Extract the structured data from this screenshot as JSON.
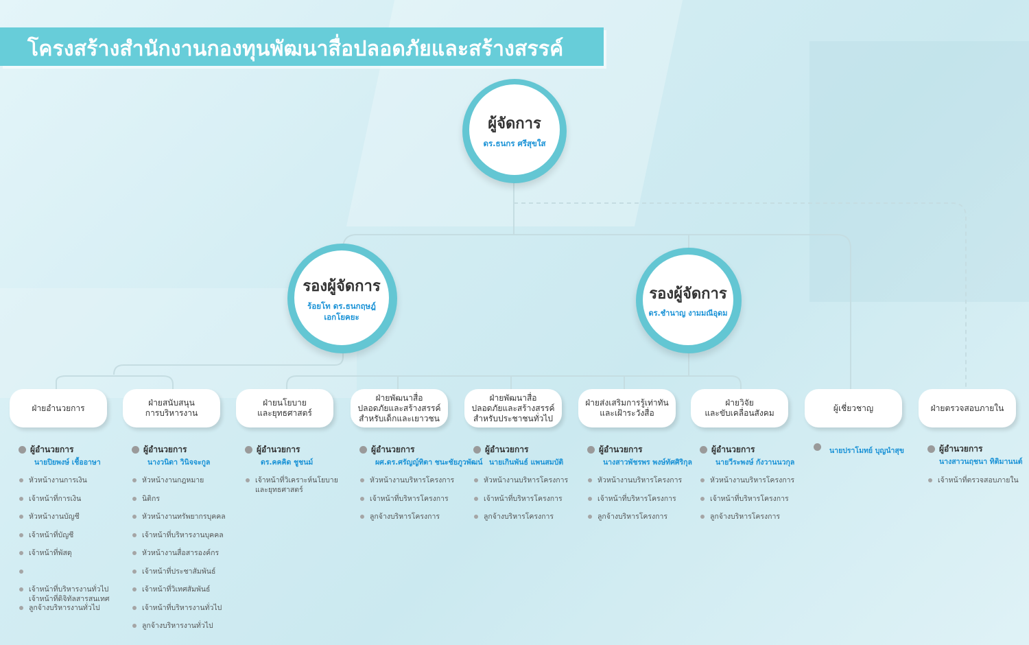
{
  "title": "โครงสร้างสำนักงานกองทุนพัฒนาสื่อปลอดภัยและสร้างสรรค์",
  "manager": {
    "role": "ผู้จัดการ",
    "name": "ดร.ธนกร ศรีสุขใส"
  },
  "deputies": [
    {
      "role": "รองผู้จัดการ",
      "name": "ร้อยโท ดร.ธนกฤษฎ์\nเอกโยคยะ"
    },
    {
      "role": "รองผู้จัดการ",
      "name": "ดร.ชำนาญ งามมณีอุดม"
    }
  ],
  "director_label": "ผู้อำนวยการ",
  "departments": [
    {
      "name": "ฝ่ายอำนวยการ",
      "director": "นายปิยพงษ์ เชื้ออาษา",
      "staff": [
        "หัวหน้างานการเงิน",
        "เจ้าหน้าที่การเงิน",
        "หัวหน้างานบัญชี",
        "เจ้าหน้าที่บัญชี",
        "เจ้าหน้าที่พัสดุ",
        "",
        "เจ้าหน้าที่บริหารงานทั่วไป\nเจ้าหน้าที่ดิจิทัลสารสนเทศ",
        "ลูกจ้างบริหารงานทั่วไป"
      ]
    },
    {
      "name": "ฝ่ายสนับสนุน\nการบริหารงาน",
      "director": "นางวนิดา วินิจจะกูล",
      "staff": [
        "หัวหน้างานกฎหมาย",
        "นิติกร",
        "หัวหน้างานทรัพยากรบุคคล",
        "เจ้าหน้าที่บริหารงานบุคคล",
        "หัวหน้างานสื่อสารองค์กร",
        "เจ้าหน้าที่ประชาสัมพันธ์",
        "เจ้าหน้าที่วิเทศสัมพันธ์",
        "เจ้าหน้าที่บริหารงานทั่วไป",
        "ลูกจ้างบริหารงานทั่วไป"
      ]
    },
    {
      "name": "ฝ่ายนโยบาย\nและยุทธศาสตร์",
      "director": "ดร.คคคิด ชูชนม์",
      "staff": [
        "เจ้าหน้าที่วิเคราะห์นโยบาย\nและยุทธศาสตร์"
      ]
    },
    {
      "name": "ฝ่ายพัฒนาสื่อ\nปลอดภัยและสร้างสรรค์\nสำหรับเด็กและเยาวชน",
      "director": "ผศ.ดร.ศรัญญ์ทิตา ชนะชัยภูวพัฒน์",
      "staff": [
        "หัวหน้างานบริหารโครงการ",
        "เจ้าหน้าที่บริหารโครงการ",
        "ลูกจ้างบริหารโครงการ"
      ]
    },
    {
      "name": "ฝ่ายพัฒนาสื่อ\nปลอดภัยและสร้างสรรค์\nสำหรับประชาชนทั่วไป",
      "director": "นายเกินพันธ์ แพนสมบัติ",
      "staff": [
        "หัวหน้างานบริหารโครงการ",
        "เจ้าหน้าที่บริหารโครงการ",
        "ลูกจ้างบริหารโครงการ"
      ]
    },
    {
      "name": "ฝ่ายส่งเสริมการรู้เท่าทัน\nและเฝ้าระวังสื่อ",
      "director": "นางสาวพัชรพร พงษ์ทัศศิริกุล",
      "staff": [
        "หัวหน้างานบริหารโครงการ",
        "เจ้าหน้าที่บริหารโครงการ",
        "ลูกจ้างบริหารโครงการ"
      ]
    },
    {
      "name": "ฝ่ายวิจัย\nและขับเคลื่อนสังคม",
      "director": "นายวีระพงษ์ กังวานนวกุล",
      "staff": [
        "หัวหน้างานบริหารโครงการ",
        "เจ้าหน้าที่บริหารโครงการ",
        "ลูกจ้างบริหารโครงการ"
      ]
    },
    {
      "name": "ผู้เชี่ยวชาญ",
      "director": "นายปราโมทย์ บุญนำสุข",
      "staff": []
    },
    {
      "name": "ฝ่ายตรวจสอบภายใน",
      "director": "นางสาวนฤชนา ทิติมานนต์",
      "staff": [
        "เจ้าหน้าที่ตรวจสอบภายใน"
      ]
    }
  ],
  "colors": {
    "accent": "#67cdd9",
    "name_blue": "#1a92d6",
    "line": "#c5dde2"
  }
}
